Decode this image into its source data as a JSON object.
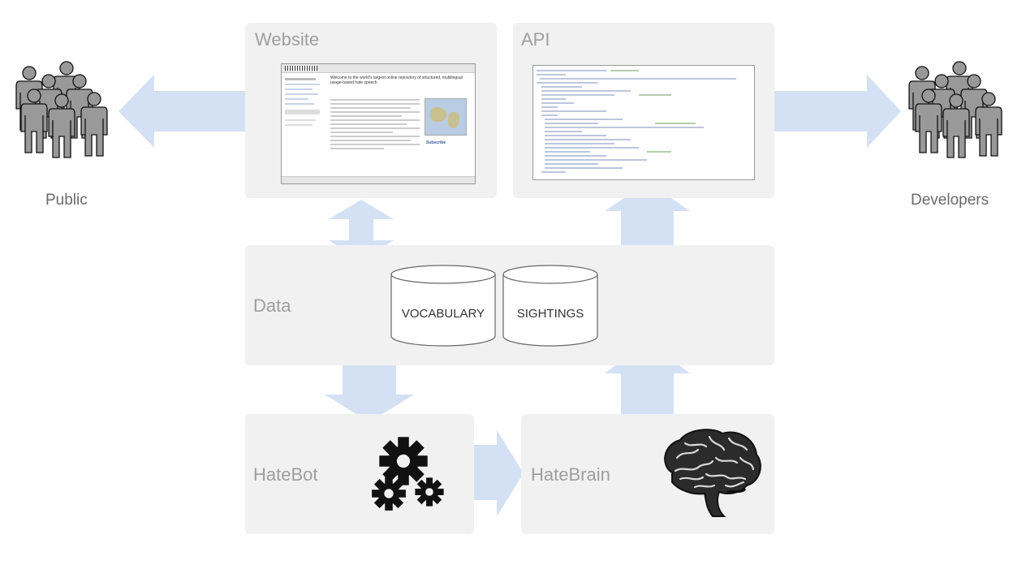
{
  "website": {
    "title": "Website",
    "screenshot": {
      "heading": "Welcome to the world's largest online repository of structured, multilingual usage-based hate speech.",
      "sidebar_heading": "Subscribe"
    }
  },
  "api": {
    "title": "API"
  },
  "data": {
    "title": "Data",
    "stores": [
      "VOCABULARY",
      "SIGHTINGS"
    ]
  },
  "hatebot": {
    "title": "HateBot"
  },
  "hatebrain": {
    "title": "HateBrain"
  },
  "audiences": {
    "public": "Public",
    "developers": "Developers"
  },
  "colors": {
    "arrow": "#d4e1f4",
    "box": "#f1f1f1",
    "title": "#9e9e9e"
  }
}
